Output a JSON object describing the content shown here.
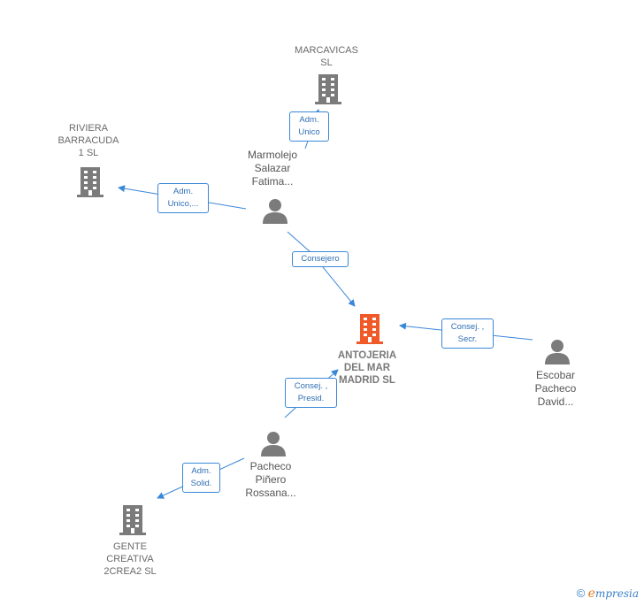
{
  "nodes": {
    "marcavicas": {
      "line1": "MARCAVICAS",
      "line2": "SL"
    },
    "riviera": {
      "line1": "RIVIERA",
      "line2": "BARRACUDA",
      "line3": "1  SL"
    },
    "antojeria": {
      "line1": "ANTOJERIA",
      "line2": "DEL MAR",
      "line3": "MADRID  SL"
    },
    "gente": {
      "line1": "GENTE",
      "line2": "CREATIVA",
      "line3": "2CREA2  SL"
    },
    "marmolejo": {
      "line1": "Marmolejo",
      "line2": "Salazar",
      "line3": "Fatima..."
    },
    "escobar": {
      "line1": "Escobar",
      "line2": "Pacheco",
      "line3": "David..."
    },
    "pacheco": {
      "line1": "Pacheco",
      "line2": "Piñero",
      "line3": "Rossana..."
    }
  },
  "edges": {
    "adm_unico": {
      "line1": "Adm.",
      "line2": "Unico"
    },
    "adm_unico_riviera": {
      "line1": "Adm.",
      "line2": "Unico,..."
    },
    "consejero": {
      "line1": "Consejero"
    },
    "consej_secr": {
      "line1": "Consej. ,",
      "line2": "Secr."
    },
    "consej_presid": {
      "line1": "Consej. ,",
      "line2": "Presid."
    },
    "adm_solid": {
      "line1": "Adm.",
      "line2": "Solid."
    }
  },
  "footer": {
    "copyright": "©",
    "brand_e": "e",
    "brand_rest": "mpresia"
  },
  "colors": {
    "edge": "#3a87d8",
    "company": "#7b7b7b",
    "focus": "#f05a28",
    "person": "#7b7b7b"
  }
}
